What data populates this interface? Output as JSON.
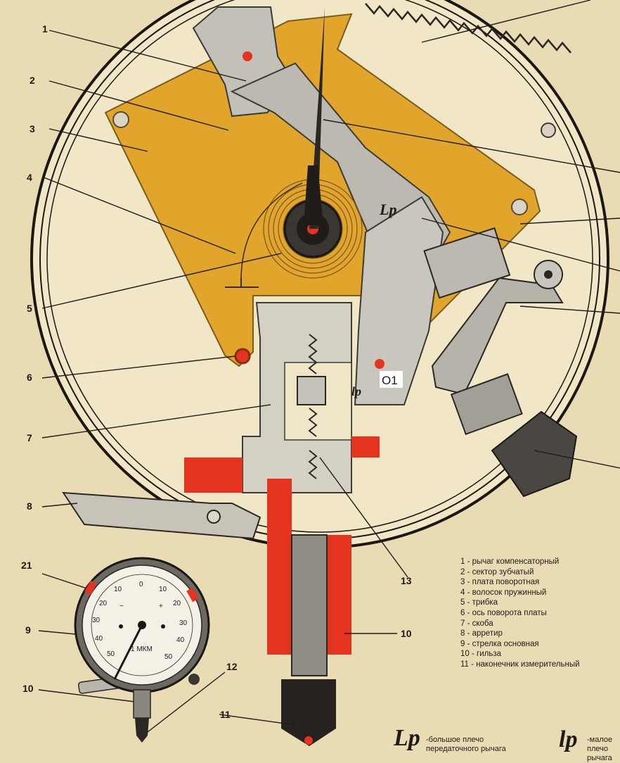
{
  "callouts": {
    "c1": "1",
    "c2": "2",
    "c3": "3",
    "c4": "4",
    "c5": "5",
    "c6": "6",
    "c7": "7",
    "c8": "8",
    "c9": "9",
    "c10a": "10",
    "c10b": "10",
    "c11": "11",
    "c12": "12",
    "c13": "13",
    "c21": "21"
  },
  "diagram_labels": {
    "big_arm": "Lp",
    "small_arm": "lp",
    "pivot": "O1"
  },
  "legend": [
    "1 - рычаг компенсаторный",
    "2 - сектор зубчатый",
    "3 - плата поворотная",
    "4 - волосок пружинный",
    "5 - трибка",
    "6 - ось поворота платы",
    "7 - скоба",
    "8 - арретир",
    "9 - стрелка основная",
    "10 - гильза",
    "11 - наконечник измерительный"
  ],
  "formula": {
    "big_symbol": "Lp",
    "big_text_line1": "-большое плечо передаточного рычага",
    "small_symbol": "lp",
    "small_text_line1": "-малое плечо",
    "small_text_line2": "рычага"
  },
  "dial": {
    "unit": "1 МКМ",
    "minus": "−",
    "plus": "+",
    "ticks_left": [
      "0",
      "10",
      "20",
      "30",
      "40",
      "50"
    ],
    "ticks_right": [
      "10",
      "20",
      "30",
      "40",
      "50"
    ]
  },
  "colors": {
    "paper": "#e9dcb4",
    "plate_orange": "#e0a52a",
    "red_part": "#e4331f",
    "steel": "#b9b6ae",
    "dark": "#1f1c18"
  }
}
